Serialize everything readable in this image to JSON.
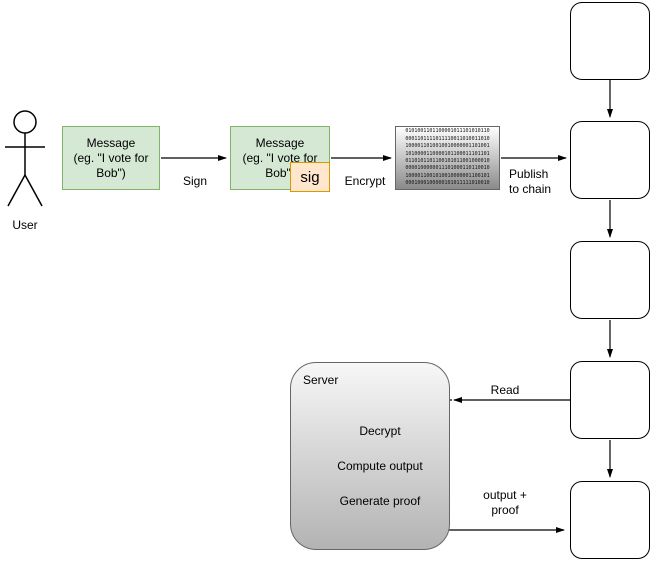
{
  "user": {
    "label": "User"
  },
  "nodes": {
    "message_plain": {
      "text": "Message\n(eg. \"I vote for\nBob\")"
    },
    "message_signed": {
      "text": "Message\n(eg. \"I vote for\nBob\")",
      "sig_label": "sig"
    },
    "cipher": {
      "text": "0101001101100001011101010110\n0001101111011110011010011010\n1000011010010010000001101001\n1010000110000101100011101101\n0110101101100101011001000010\n0000100000011101000110110010\n1000011001010010000001100101\n0001000100000101011111010010"
    }
  },
  "edges": {
    "sign": "Sign",
    "encrypt": "Encrypt",
    "publish": "Publish\nto chain",
    "read": "Read",
    "output": "output +\nproof"
  },
  "server": {
    "label": "Server",
    "steps": [
      "Decrypt",
      "Compute output",
      "Generate proof"
    ]
  },
  "chain": {
    "block_count": 5
  },
  "colors": {
    "message_fill": "#d5e8d4",
    "message_border": "#82b366",
    "sig_fill": "#ffe6cc",
    "sig_border": "#d79b00",
    "arrow": "#000000"
  }
}
